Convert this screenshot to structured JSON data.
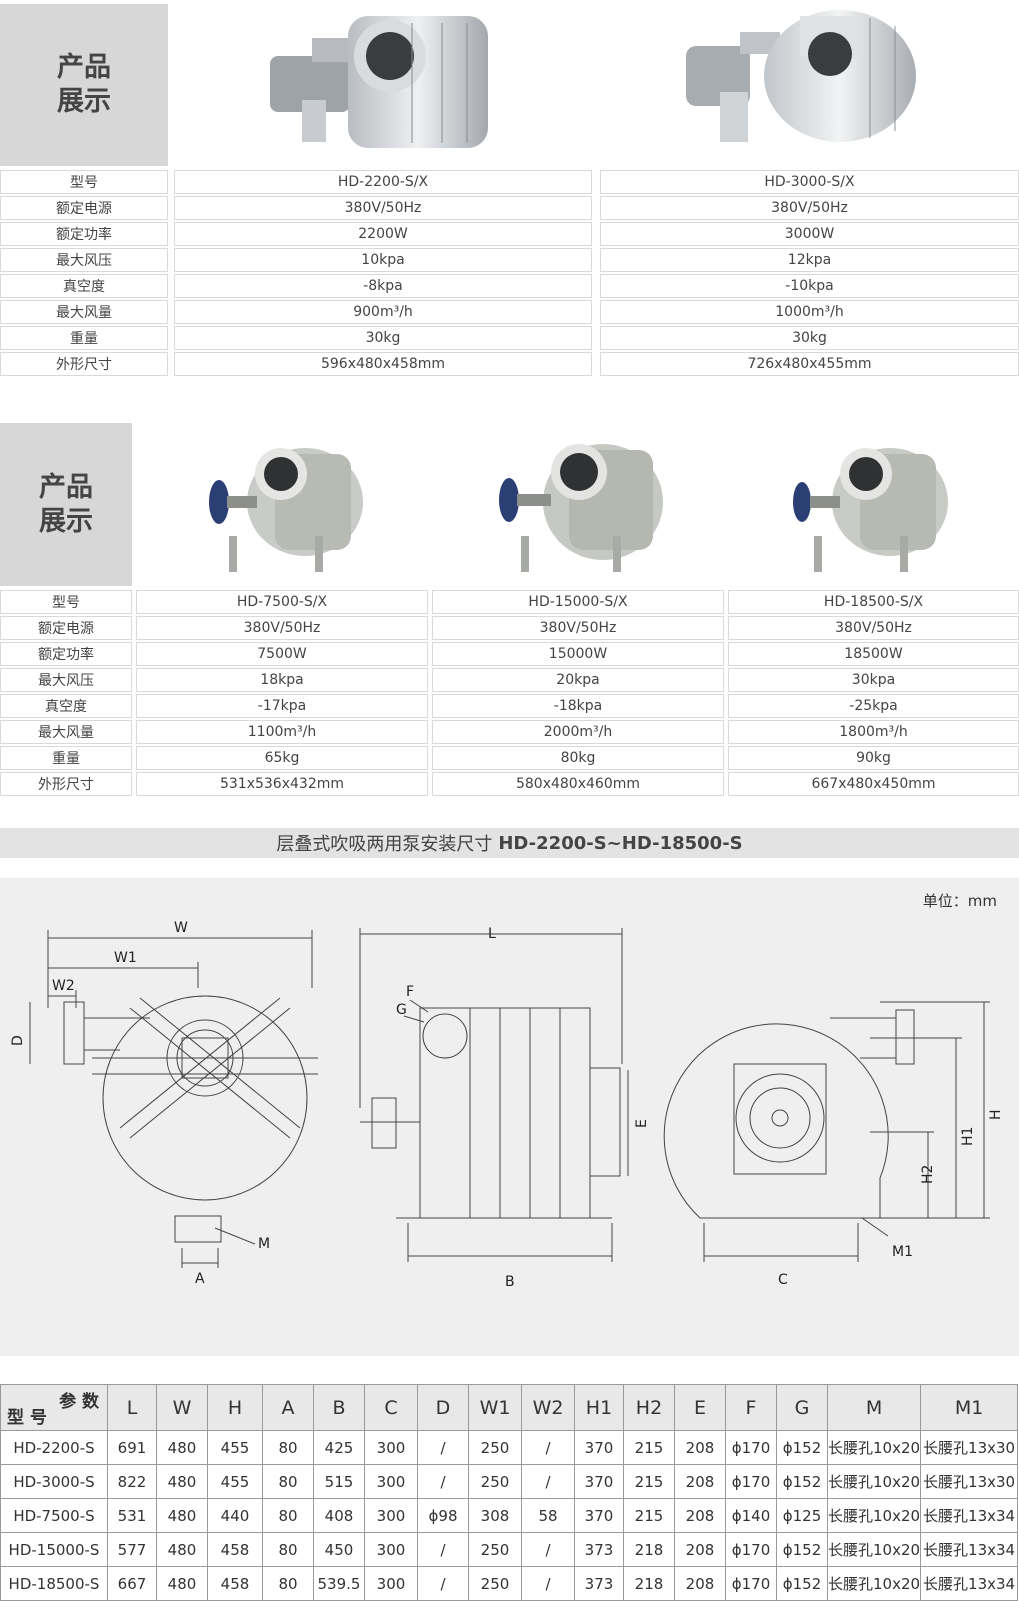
{
  "section1": {
    "label": "产品\n展示",
    "row_labels": [
      "型号",
      "额定电源",
      "额定功率",
      "最大风压",
      "真空度",
      "最大风量",
      "重量",
      "外形尺寸"
    ],
    "products": [
      {
        "values": [
          "HD-2200-S/X",
          "380V/50Hz",
          "2200W",
          "10kpa",
          "-8kpa",
          "900m³/h",
          "30kg",
          "596x480x458mm"
        ]
      },
      {
        "values": [
          "HD-3000-S/X",
          "380V/50Hz",
          "3000W",
          "12kpa",
          "-10kpa",
          "1000m³/h",
          "30kg",
          "726x480x455mm"
        ]
      }
    ]
  },
  "section2": {
    "label": "产品\n展示",
    "row_labels": [
      "型号",
      "额定电源",
      "额定功率",
      "最大风压",
      "真空度",
      "最大风量",
      "重量",
      "外形尺寸"
    ],
    "products": [
      {
        "values": [
          "HD-7500-S/X",
          "380V/50Hz",
          "7500W",
          "18kpa",
          "-17kpa",
          "1100m³/h",
          "65kg",
          "531x536x432mm"
        ]
      },
      {
        "values": [
          "HD-15000-S/X",
          "380V/50Hz",
          "15000W",
          "20kpa",
          "-18kpa",
          "2000m³/h",
          "80kg",
          "580x480x460mm"
        ]
      },
      {
        "values": [
          "HD-18500-S/X",
          "380V/50Hz",
          "18500W",
          "30kpa",
          "-25kpa",
          "1800m³/h",
          "90kg",
          "667x480x450mm"
        ]
      }
    ]
  },
  "banner": {
    "title": "层叠式吹吸两用泵安装尺寸",
    "model_range": "HD-2200-S~HD-18500-S"
  },
  "drawing": {
    "unit": "单位：mm",
    "labels": {
      "W": "W",
      "W1": "W1",
      "W2": "W2",
      "D": "D",
      "A": "A",
      "M": "M",
      "L": "L",
      "F": "F",
      "G": "G",
      "E": "E",
      "B": "B",
      "H": "H",
      "H1": "H1",
      "H2": "H2",
      "C": "C",
      "M1": "M1"
    }
  },
  "dim_table": {
    "corner_param": "参 数",
    "corner_model": "型 号",
    "headers": [
      "L",
      "W",
      "H",
      "A",
      "B",
      "C",
      "D",
      "W1",
      "W2",
      "H1",
      "H2",
      "E",
      "F",
      "G",
      "M",
      "M1"
    ],
    "rows": [
      [
        "HD-2200-S",
        "691",
        "480",
        "455",
        "80",
        "425",
        "300",
        "/",
        "250",
        "/",
        "370",
        "215",
        "208",
        "ϕ170",
        "ϕ152",
        "长腰孔10x20",
        "长腰孔13x30"
      ],
      [
        "HD-3000-S",
        "822",
        "480",
        "455",
        "80",
        "515",
        "300",
        "/",
        "250",
        "/",
        "370",
        "215",
        "208",
        "ϕ170",
        "ϕ152",
        "长腰孔10x20",
        "长腰孔13x30"
      ],
      [
        "HD-7500-S",
        "531",
        "480",
        "440",
        "80",
        "408",
        "300",
        "ϕ98",
        "308",
        "58",
        "370",
        "215",
        "208",
        "ϕ140",
        "ϕ125",
        "长腰孔10x20",
        "长腰孔13x34"
      ],
      [
        "HD-15000-S",
        "577",
        "480",
        "458",
        "80",
        "450",
        "300",
        "/",
        "250",
        "/",
        "373",
        "218",
        "208",
        "ϕ170",
        "ϕ152",
        "长腰孔10x20",
        "长腰孔13x34"
      ],
      [
        "HD-18500-S",
        "667",
        "480",
        "458",
        "80",
        "539.5",
        "300",
        "/",
        "250",
        "/",
        "373",
        "218",
        "208",
        "ϕ170",
        "ϕ152",
        "长腰孔10x20",
        "长腰孔13x34"
      ]
    ]
  }
}
